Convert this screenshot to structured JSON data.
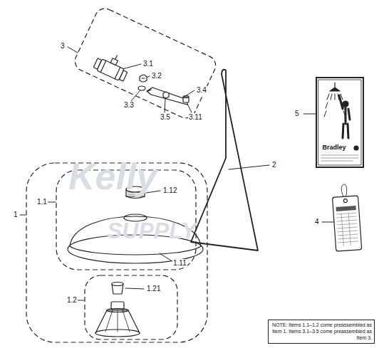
{
  "diagram": {
    "nodes": [
      {
        "text": [
          "3"
        ]
      },
      {
        "text": [
          "5",
          "Bradley"
        ]
      },
      {
        "text": [
          "1"
        ]
      },
      {
        "text": [
          "1.1"
        ],
        "in": 2
      },
      {
        "text": [
          "1.2"
        ],
        "in": 2
      },
      {
        "text": [
          "NOTE: Items 1.1–1.2 come preassembled as Item 1. Items 3.1–3.5 come preassembled as Item 3."
        ]
      }
    ],
    "edges": [],
    "labels": [
      "3.1",
      "3.2",
      "3.3",
      "3.4",
      "3.5",
      "3.11",
      "2",
      "4",
      "1.12",
      "1.11",
      "1.21",
      "Kelly",
      "SUPPLY"
    ]
  }
}
